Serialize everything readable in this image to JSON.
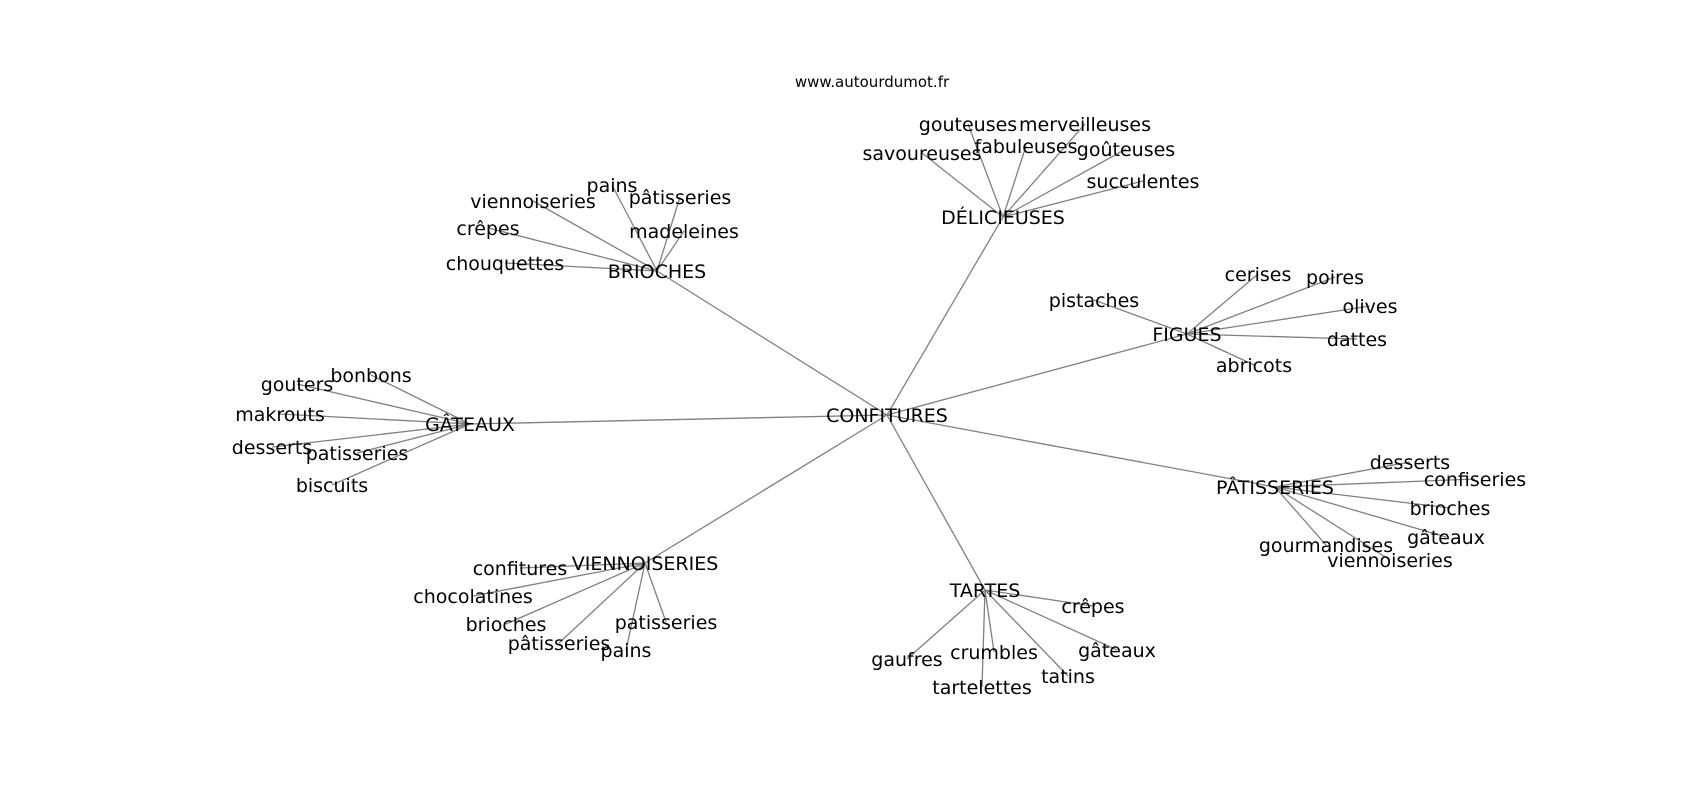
{
  "source": "www.autourdumot.fr",
  "colors": {
    "edge": "#808080",
    "text": "#000000",
    "background": "#ffffff"
  },
  "center": "CONFITURES",
  "clusters": [
    {
      "id": "delicieuses",
      "label": "DÉLICIEUSES",
      "leaves": [
        "gouteuses",
        "merveilleuses",
        "fabuleuses",
        "goûteuses",
        "savoureuses",
        "succulentes"
      ]
    },
    {
      "id": "brioches",
      "label": "BRIOCHES",
      "leaves": [
        "pains",
        "pâtisseries",
        "viennoiseries",
        "crêpes",
        "madeleines",
        "chouquettes"
      ]
    },
    {
      "id": "figues",
      "label": "FIGUES",
      "leaves": [
        "cerises",
        "poires",
        "pistaches",
        "olives",
        "dattes",
        "abricots"
      ]
    },
    {
      "id": "gateaux",
      "label": "GÂTEAUX",
      "leaves": [
        "bonbons",
        "gouters",
        "makrouts",
        "desserts",
        "patisseries",
        "biscuits"
      ]
    },
    {
      "id": "patisseries",
      "label": "PÂTISSERIES",
      "leaves": [
        "desserts",
        "confiseries",
        "brioches",
        "gâteaux",
        "gourmandises",
        "viennoiseries"
      ]
    },
    {
      "id": "viennoiseries",
      "label": "VIENNOISERIES",
      "leaves": [
        "confitures",
        "chocolatines",
        "brioches",
        "patisseries",
        "pâtisseries",
        "pains"
      ]
    },
    {
      "id": "tartes",
      "label": "TARTES",
      "leaves": [
        "crêpes",
        "gaufres",
        "crumbles",
        "gâteaux",
        "tatins",
        "tartelettes"
      ]
    }
  ]
}
